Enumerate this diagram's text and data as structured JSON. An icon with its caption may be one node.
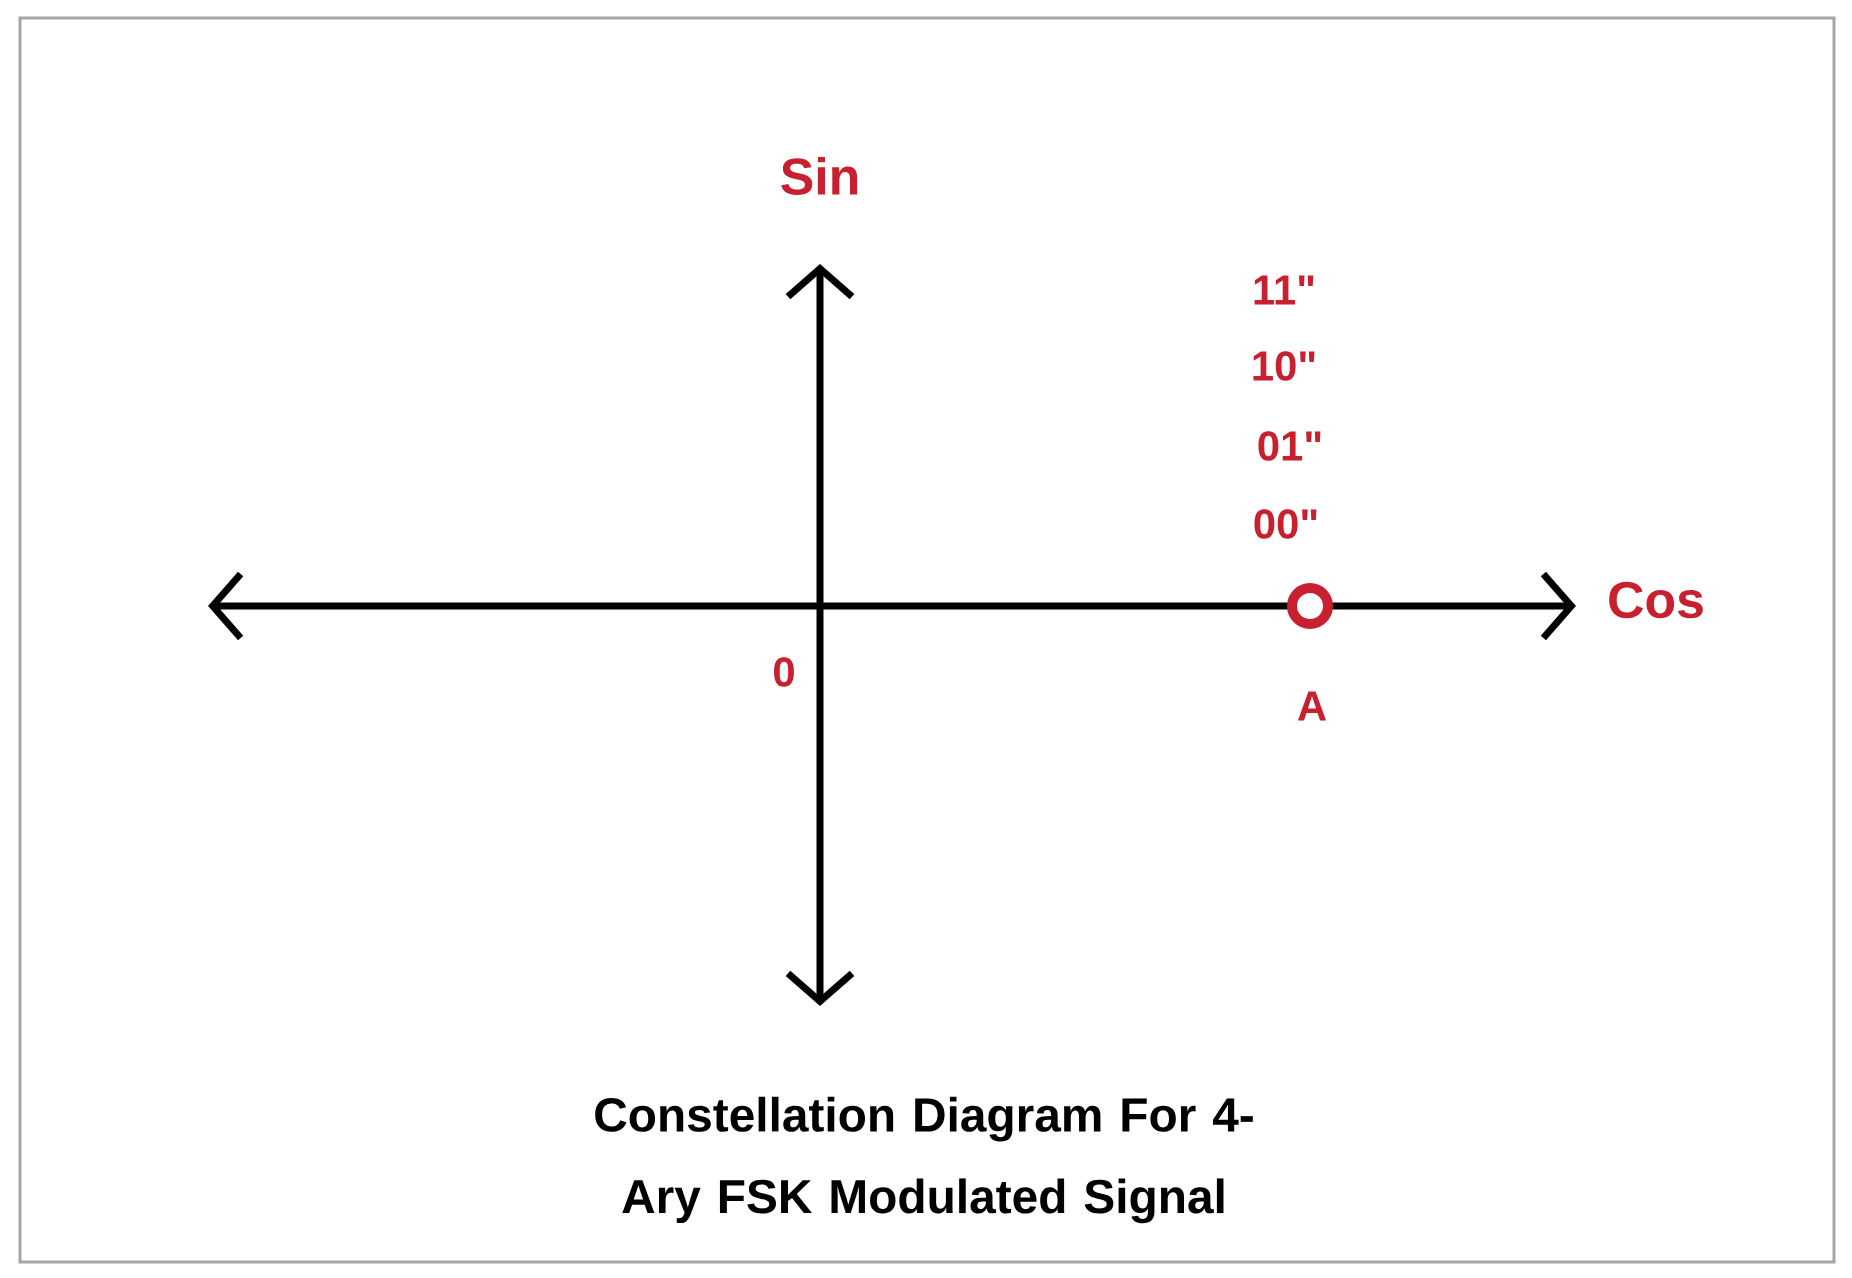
{
  "diagram": {
    "caption": "Constellation Diagram For 4-Ary FSK Modulated Signal",
    "labels": [
      "Sin",
      "11\"",
      "10\"",
      "01\"",
      "00\"",
      "Cos",
      "0",
      "A"
    ]
  }
}
